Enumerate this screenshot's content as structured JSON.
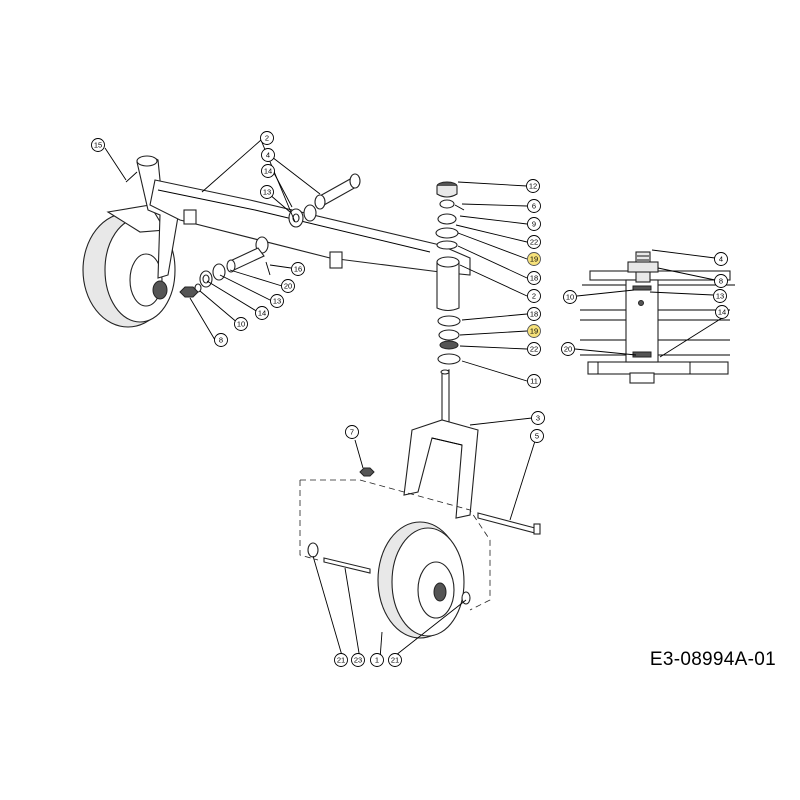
{
  "diagram": {
    "reference_code": "E3-08994A-01",
    "callouts": [
      {
        "label": "15",
        "highlight": false
      },
      {
        "label": "2",
        "highlight": false
      },
      {
        "label": "4",
        "highlight": false
      },
      {
        "label": "14",
        "highlight": false
      },
      {
        "label": "13",
        "highlight": false
      },
      {
        "label": "16",
        "highlight": false
      },
      {
        "label": "20",
        "highlight": false
      },
      {
        "label": "13",
        "highlight": false
      },
      {
        "label": "14",
        "highlight": false
      },
      {
        "label": "10",
        "highlight": false
      },
      {
        "label": "8",
        "highlight": false
      },
      {
        "label": "12",
        "highlight": false
      },
      {
        "label": "6",
        "highlight": false
      },
      {
        "label": "9",
        "highlight": false
      },
      {
        "label": "22",
        "highlight": false
      },
      {
        "label": "19",
        "highlight": true
      },
      {
        "label": "18",
        "highlight": false
      },
      {
        "label": "2",
        "highlight": false
      },
      {
        "label": "18",
        "highlight": false
      },
      {
        "label": "19",
        "highlight": true
      },
      {
        "label": "22",
        "highlight": false
      },
      {
        "label": "11",
        "highlight": false
      },
      {
        "label": "3",
        "highlight": false
      },
      {
        "label": "7",
        "highlight": false
      },
      {
        "label": "5",
        "highlight": false
      },
      {
        "label": "21",
        "highlight": false
      },
      {
        "label": "23",
        "highlight": false
      },
      {
        "label": "1",
        "highlight": false
      },
      {
        "label": "21",
        "highlight": false
      },
      {
        "label": "4",
        "highlight": false
      },
      {
        "label": "8",
        "highlight": false
      },
      {
        "label": "10",
        "highlight": false
      },
      {
        "label": "13",
        "highlight": false
      },
      {
        "label": "14",
        "highlight": false
      },
      {
        "label": "20",
        "highlight": false
      }
    ],
    "colors": {
      "highlight": "#f7e27a",
      "line": "#000000"
    }
  }
}
